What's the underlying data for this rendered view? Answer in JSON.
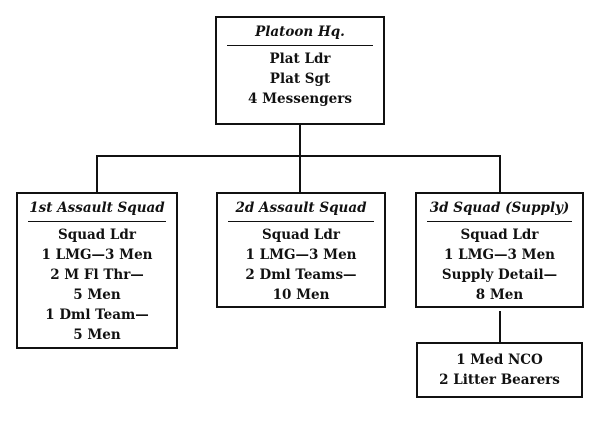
{
  "hq": {
    "title": "Platoon Hq.",
    "lines": [
      "Plat Ldr",
      "Plat Sgt",
      "4 Messengers"
    ]
  },
  "squads": [
    {
      "title": "1st Assault Squad",
      "lines": [
        "Squad Ldr",
        "1 LMG—3 Men",
        "2 M Fl Thr—",
        "5 Men",
        "1 Dml Team—",
        "5 Men"
      ]
    },
    {
      "title": "2d Assault Squad",
      "lines": [
        "Squad Ldr",
        "1 LMG—3 Men",
        "2 Dml Teams—",
        "10 Men"
      ]
    },
    {
      "title": "3d Squad (Supply)",
      "lines": [
        "Squad Ldr",
        "1 LMG—3 Men",
        "Supply Detail—",
        "8 Men"
      ]
    }
  ],
  "medical": {
    "lines": [
      "1 Med NCO",
      "2 Litter Bearers"
    ]
  }
}
